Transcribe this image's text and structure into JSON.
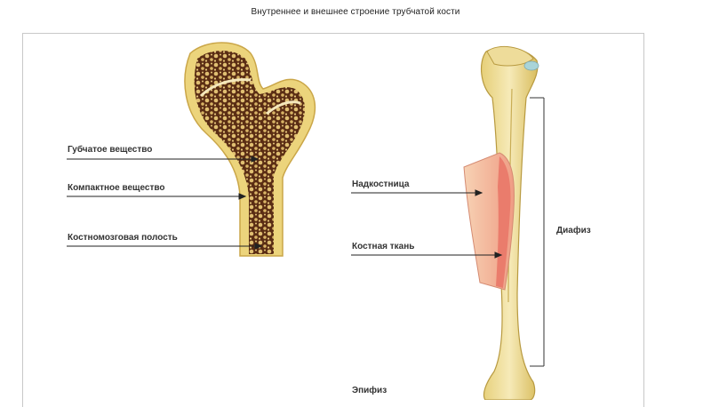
{
  "title": "Внутреннее и внешнее строение трубчатой кости",
  "left_bone": {
    "labels": {
      "spongy": "Губчатое вещество",
      "compact": "Компактное вещество",
      "marrow": "Костномозговая полость"
    }
  },
  "right_bone": {
    "labels": {
      "periosteum": "Надкостница",
      "bone_tissue": "Костная ткань",
      "diaphysis": "Диафиз",
      "epiphysis": "Эпифиз"
    }
  },
  "colors": {
    "bone_yellow": "#e8d27a",
    "bone_light": "#f3e4a6",
    "spongy_dark": "#5a2d14",
    "periosteum_pink": "#f4c0a0",
    "tissue_red": "#e8786a"
  }
}
